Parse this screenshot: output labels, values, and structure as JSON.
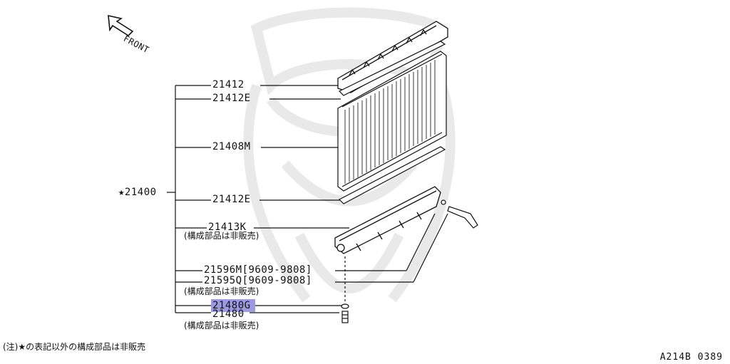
{
  "diagram": {
    "front_label": "FRONT",
    "assembly": {
      "label": "★21400"
    },
    "parts": [
      {
        "id": "21412",
        "label": "21412"
      },
      {
        "id": "21412E-top",
        "label": "21412E"
      },
      {
        "id": "21408M",
        "label": "21408M"
      },
      {
        "id": "21412E-bottom",
        "label": "21412E"
      },
      {
        "id": "21413K",
        "label": "21413K",
        "note": "(構成部品は非販売)"
      },
      {
        "id": "21596M",
        "label": "21596M[9609-9808]"
      },
      {
        "id": "21595Q",
        "label": "21595Q[9609-9808]",
        "note": "(構成部品は非販売)"
      },
      {
        "id": "21480G",
        "label": "21480G"
      },
      {
        "id": "21480",
        "label": "21480",
        "note": "(構成部品は非販売)"
      }
    ],
    "footnote": "(注)★の表記以外の構成部品は非販売",
    "reference": "A214B 0389",
    "highlight_color": "#7c78d8"
  }
}
